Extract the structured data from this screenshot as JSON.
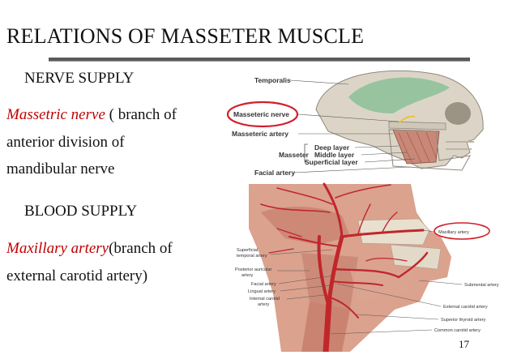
{
  "slide": {
    "title": "RELATIONS OF MASSETER MUSCLE",
    "page_number": "17"
  },
  "nerve_section": {
    "heading": "NERVE SUPPLY",
    "highlight": "Massetric nerve",
    "line1_rest": " ( branch of",
    "line2": "anterior division of",
    "line3": "mandibular nerve"
  },
  "blood_section": {
    "heading": "BLOOD SUPPLY",
    "highlight": "Maxillary artery",
    "line1_rest": "(branch of",
    "line2": "external carotid artery)"
  },
  "figure_top": {
    "labels": {
      "temporalis": "Temporalis",
      "masseteric_nerve": "Masseteric nerve",
      "masseteric_artery": "Masseteric artery",
      "masseter": "Masseter",
      "deep_layer": "Deep layer",
      "middle_layer": "Middle layer",
      "superficial_layer": "Superficial layer",
      "facial_artery": "Facial artery"
    },
    "colors": {
      "highlight_ring": "#d0202a",
      "bone": "#d9d2c4",
      "muscle": "#c98a7a",
      "temporalis": "#8fbf8f"
    }
  },
  "figure_bottom": {
    "labels": {
      "maxillary_artery": "Maxillary artery",
      "superficial_temporal_1": "Superficial",
      "superficial_temporal_2": "temporal artery",
      "posterior_auricular_1": "Posterior auricular",
      "posterior_auricular_2": "artery",
      "facial_artery": "Facial artery",
      "lingual_artery": "Lingual artery",
      "internal_carotid_1": "Internal carotid",
      "internal_carotid_2": "artery",
      "submental_artery": "Submental artery",
      "external_carotid_artery": "External carotid artery",
      "superior_thyroid_artery": "Superior thyroid artery",
      "common_carotid_artery": "Common carotid artery"
    },
    "colors": {
      "artery": "#c0262c",
      "muscle": "#d49a86",
      "bone": "#e6dccb"
    }
  }
}
